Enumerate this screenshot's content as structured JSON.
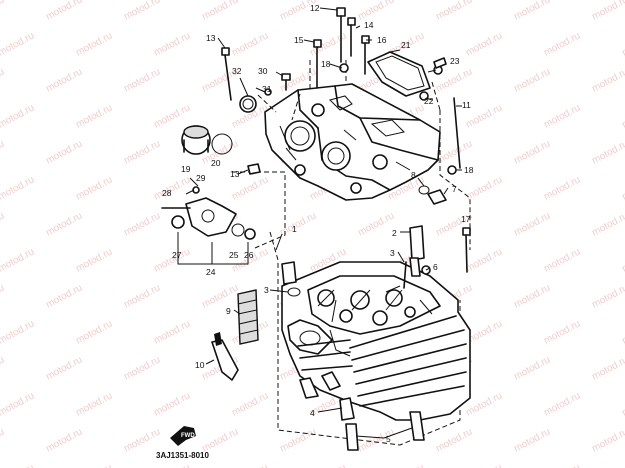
{
  "watermark": "motod.ru",
  "diagram_code": "3AJ1351-8010",
  "front_marker": "FWD",
  "callouts": [
    {
      "id": "c1",
      "text": "1"
    },
    {
      "id": "c2",
      "text": "2"
    },
    {
      "id": "c3",
      "text": "3"
    },
    {
      "id": "c3b",
      "text": "3"
    },
    {
      "id": "c4",
      "text": "4"
    },
    {
      "id": "c5",
      "text": "5"
    },
    {
      "id": "c6",
      "text": "6"
    },
    {
      "id": "c7",
      "text": "7"
    },
    {
      "id": "c8",
      "text": "8"
    },
    {
      "id": "c9",
      "text": "9"
    },
    {
      "id": "c10",
      "text": "10"
    },
    {
      "id": "c11",
      "text": "11"
    },
    {
      "id": "c12",
      "text": "12"
    },
    {
      "id": "c13",
      "text": "13"
    },
    {
      "id": "c13b",
      "text": "13"
    },
    {
      "id": "c14",
      "text": "14"
    },
    {
      "id": "c15",
      "text": "15"
    },
    {
      "id": "c16",
      "text": "16"
    },
    {
      "id": "c17",
      "text": "17"
    },
    {
      "id": "c18",
      "text": "18"
    },
    {
      "id": "c18b",
      "text": "18"
    },
    {
      "id": "c19",
      "text": "19"
    },
    {
      "id": "c20",
      "text": "20"
    },
    {
      "id": "c21",
      "text": "21"
    },
    {
      "id": "c22",
      "text": "22"
    },
    {
      "id": "c23",
      "text": "23"
    },
    {
      "id": "c24",
      "text": "24"
    },
    {
      "id": "c25",
      "text": "25"
    },
    {
      "id": "c26",
      "text": "26"
    },
    {
      "id": "c27",
      "text": "27"
    },
    {
      "id": "c28",
      "text": "28"
    },
    {
      "id": "c29",
      "text": "29"
    },
    {
      "id": "c30",
      "text": "30"
    },
    {
      "id": "c31",
      "text": "31"
    },
    {
      "id": "c32",
      "text": "32"
    }
  ]
}
